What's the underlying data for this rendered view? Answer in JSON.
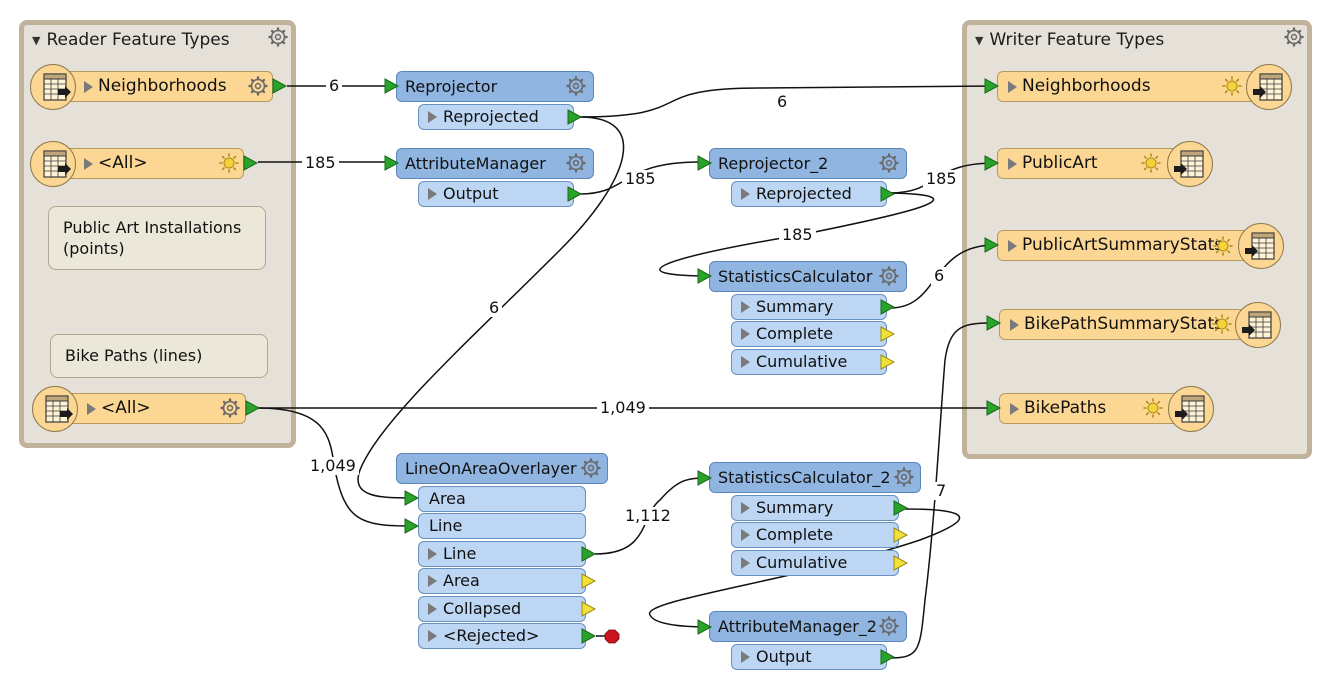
{
  "reader": {
    "title": "Reader Feature Types",
    "items": [
      "Neighborhoods",
      "<All>",
      "<All>"
    ],
    "notes": [
      "Public Art Installations (points)",
      "Bike Paths (lines)"
    ]
  },
  "writer": {
    "title": "Writer Feature Types",
    "items": [
      "Neighborhoods",
      "PublicArt",
      "PublicArtSummaryStats",
      "BikePathSummaryStats",
      "BikePaths"
    ]
  },
  "transformers": {
    "reprojector": {
      "name": "Reprojector",
      "out": [
        "Reprojected"
      ]
    },
    "attributemanager": {
      "name": "AttributeManager",
      "out": [
        "Output"
      ]
    },
    "reprojector2": {
      "name": "Reprojector_2",
      "out": [
        "Reprojected"
      ]
    },
    "statscalc": {
      "name": "StatisticsCalculator",
      "out": [
        "Summary",
        "Complete",
        "Cumulative"
      ]
    },
    "lineonarea": {
      "name": "LineOnAreaOverlayer",
      "in": [
        "Area",
        "Line"
      ],
      "out": [
        "Line",
        "Area",
        "Collapsed",
        "<Rejected>"
      ]
    },
    "statscalc2": {
      "name": "StatisticsCalculator_2",
      "out": [
        "Summary",
        "Complete",
        "Cumulative"
      ]
    },
    "attributemanager2": {
      "name": "AttributeManager_2",
      "out": [
        "Output"
      ]
    }
  },
  "counts": {
    "neigh_to_reproj": "6",
    "reproj_to_writer": "6",
    "all_to_attrmgr": "185",
    "attrmgr_to_reproj2": "185",
    "reproj2_to_publicart": "185",
    "reproj2_to_stats": "185",
    "reproj_to_overlay": "6",
    "stats_to_summary": "6",
    "bike_to_writer": "1,049",
    "bike_to_overlay": "1,049",
    "overlay_to_stats2": "1,112",
    "attrmgr2_to_bikesummary": "7"
  },
  "colors": {
    "transformer_fill": "#8fb5e0",
    "port_fill": "#bcd6f3",
    "feature_fill": "#fcd793",
    "bookmark_fill": "#e6e1d8",
    "bookmark_border": "#c1b29b",
    "connected_port": "#2aa32a",
    "unconnected_port": "#f2e03a",
    "rejected_dot": "#c8141e"
  }
}
